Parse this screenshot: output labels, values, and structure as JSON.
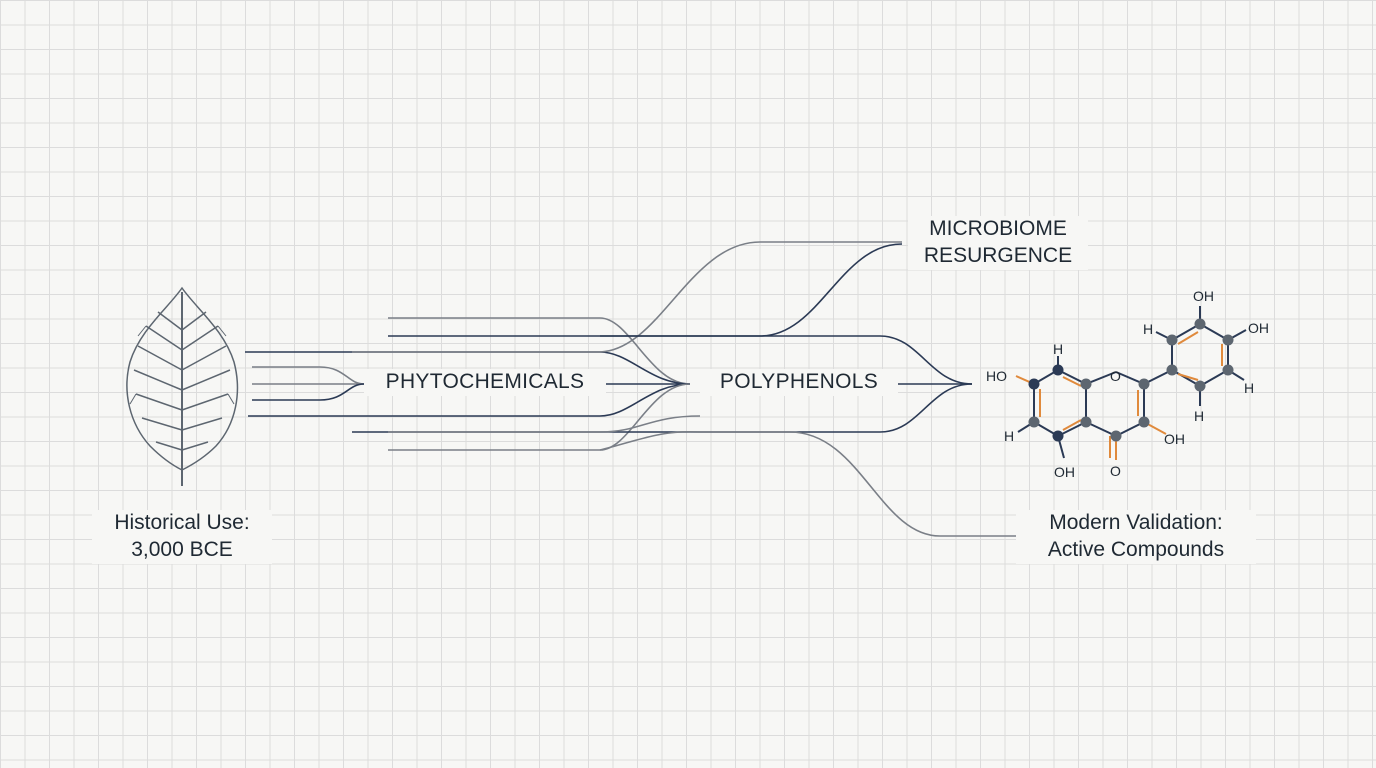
{
  "labels": {
    "historical_line1": "Historical Use:",
    "historical_line2": "3,000 BCE",
    "phytochemicals": "PHYTOCHEMICALS",
    "polyphenols": "POLYPHENOLS",
    "microbiome_line1": "MICROBIOME",
    "microbiome_line2": "RESURGENCE",
    "modern_line1": "Modern Validation:",
    "modern_line2": "Active Compounds"
  },
  "molecule": {
    "atoms": {
      "ho_left": "HO",
      "h_top": "H",
      "o_ring": "O",
      "h_left": "H",
      "oh_bottom": "OH",
      "o_carbonyl": "O",
      "oh_mid": "OH",
      "oh_top": "OH",
      "h_ring_top": "H",
      "oh_right": "OH",
      "h_ring_right": "H",
      "h_ring_bottom": "H"
    }
  },
  "colors": {
    "navy": "#2b3a55",
    "gray": "#7a7f87",
    "orange": "#e08a3c",
    "node": "#5d6670",
    "node_dark": "#2b3a55"
  }
}
